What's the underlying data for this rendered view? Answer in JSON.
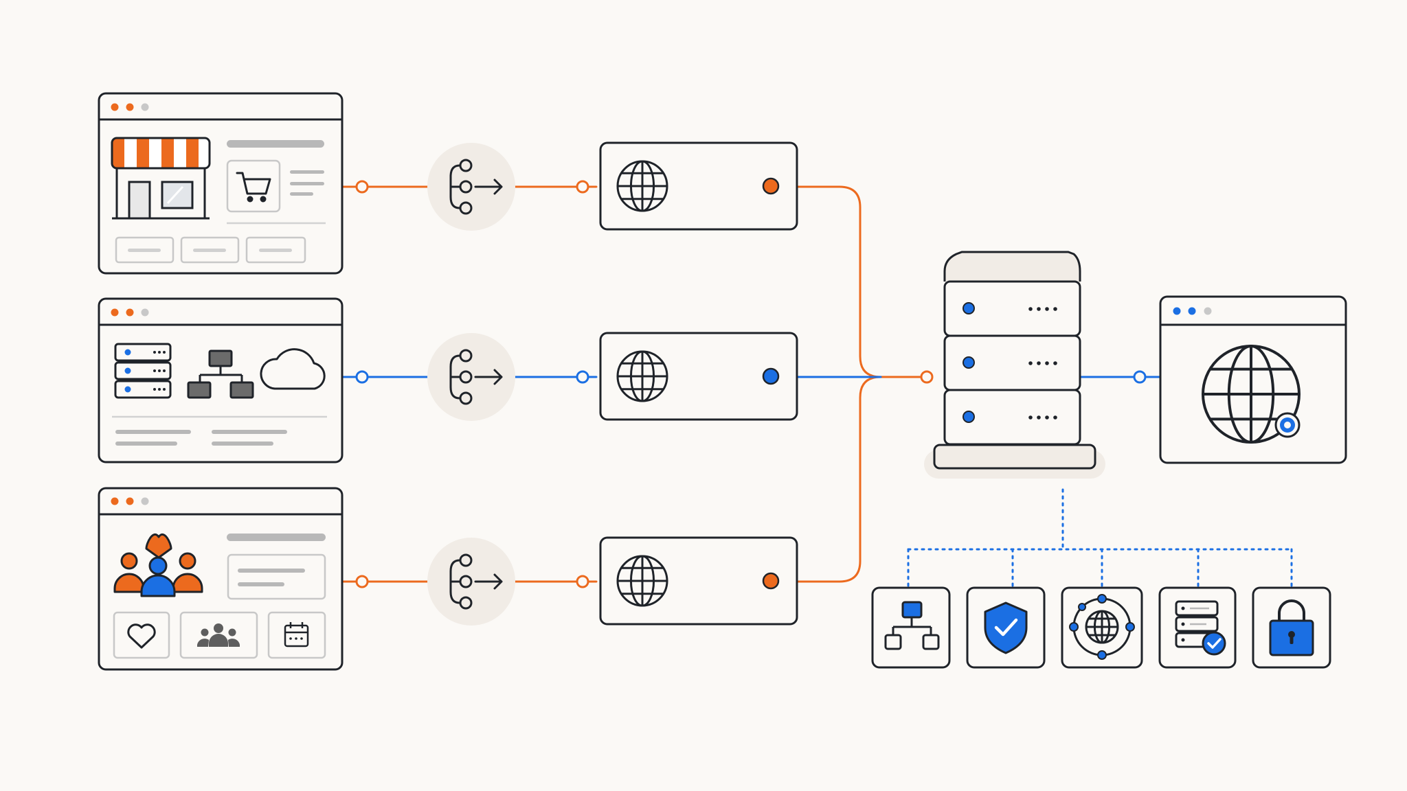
{
  "colors": {
    "background": "#fbf9f6",
    "stroke": "#1f2329",
    "accent_orange": "#ec6a1e",
    "accent_blue": "#1b6fe3",
    "muted_gray": "#b8b8b8",
    "dark_gray": "#6b6b6b",
    "node_fill": "#f1ece6"
  },
  "sources": [
    {
      "name": "storefront-site",
      "icons": [
        "storefront-icon",
        "shopping-cart-icon"
      ],
      "buttons": 3,
      "accent": "orange"
    },
    {
      "name": "infrastructure-site",
      "icons": [
        "server-rack-icon",
        "network-hierarchy-icon",
        "cloud-icon"
      ],
      "accent": "blue"
    },
    {
      "name": "community-site",
      "icons": [
        "people-heart-icon",
        "heart-icon",
        "group-icon",
        "calendar-icon"
      ],
      "accent": "orange"
    }
  ],
  "connectors": [
    "split-route-icon",
    "split-route-icon",
    "split-route-icon"
  ],
  "endpoints": [
    {
      "icon": "globe-icon",
      "status": "orange"
    },
    {
      "icon": "globe-icon",
      "status": "blue"
    },
    {
      "icon": "globe-icon",
      "status": "orange"
    }
  ],
  "hub": {
    "icon": "server-stack-icon",
    "units": 3
  },
  "destination": {
    "icon": "globe-badge-icon"
  },
  "features": [
    "network-hierarchy-icon",
    "shield-check-icon",
    "orbit-globe-icon",
    "server-check-icon",
    "padlock-icon"
  ]
}
